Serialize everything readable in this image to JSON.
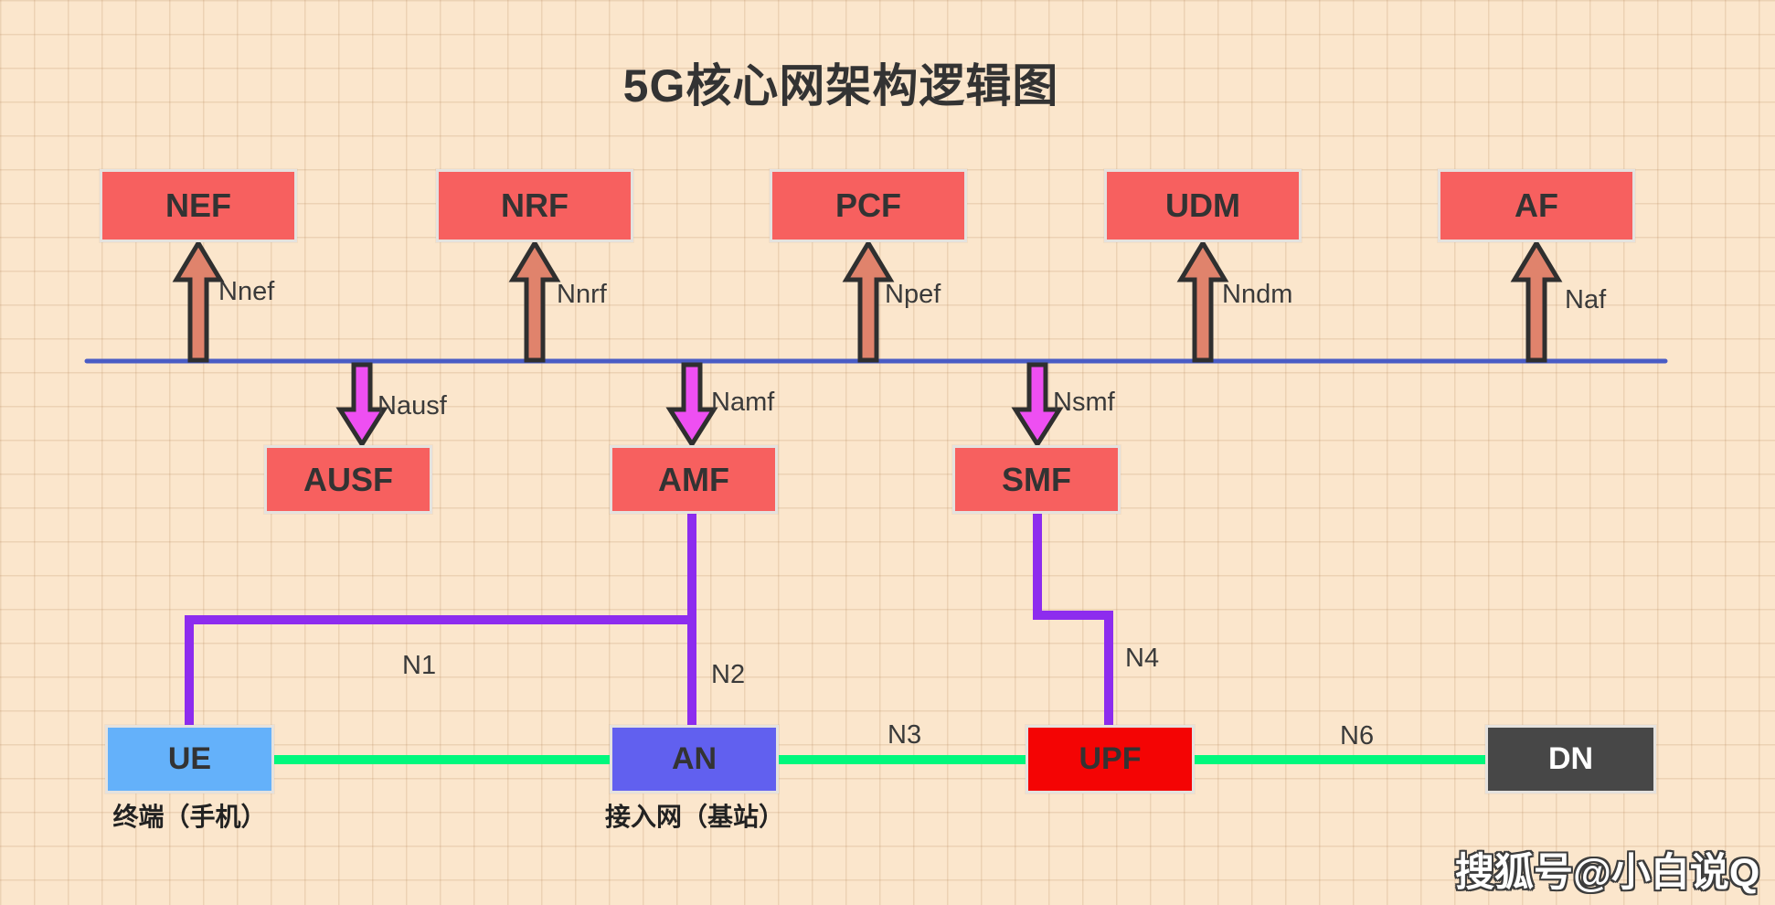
{
  "title": "5G核心网架构逻辑图",
  "colors": {
    "salmon": "#f7605f",
    "up_arrow": "#e0836c",
    "down_arrow": "#ee4ff2",
    "bus": "#4a5cc5",
    "purple": "#8d2cee",
    "green": "#00f87c",
    "ue_blue": "#64b1fa",
    "an_indigo": "#6160ef",
    "upf_red": "#f40404",
    "dn_gray": "#474747"
  },
  "service_bus_nodes": {
    "nef": {
      "label": "NEF",
      "interface": "Nnef"
    },
    "nrf": {
      "label": "NRF",
      "interface": "Nnrf"
    },
    "pcf": {
      "label": "PCF",
      "interface": "Npef"
    },
    "udm": {
      "label": "UDM",
      "interface": "Nndm"
    },
    "af": {
      "label": "AF",
      "interface": "Naf"
    }
  },
  "control_nodes": {
    "ausf": {
      "label": "AUSF",
      "interface": "Nausf"
    },
    "amf": {
      "label": "AMF",
      "interface": "Namf"
    },
    "smf": {
      "label": "SMF",
      "interface": "Nsmf"
    }
  },
  "user_plane_nodes": {
    "ue": {
      "label": "UE",
      "caption": "终端（手机）"
    },
    "an": {
      "label": "AN",
      "caption": "接入网（基站）"
    },
    "upf": {
      "label": "UPF"
    },
    "dn": {
      "label": "DN"
    }
  },
  "reference_points": {
    "n1": "N1",
    "n2": "N2",
    "n3": "N3",
    "n4": "N4",
    "n6": "N6"
  },
  "watermark": "搜狐号@小白说Q"
}
